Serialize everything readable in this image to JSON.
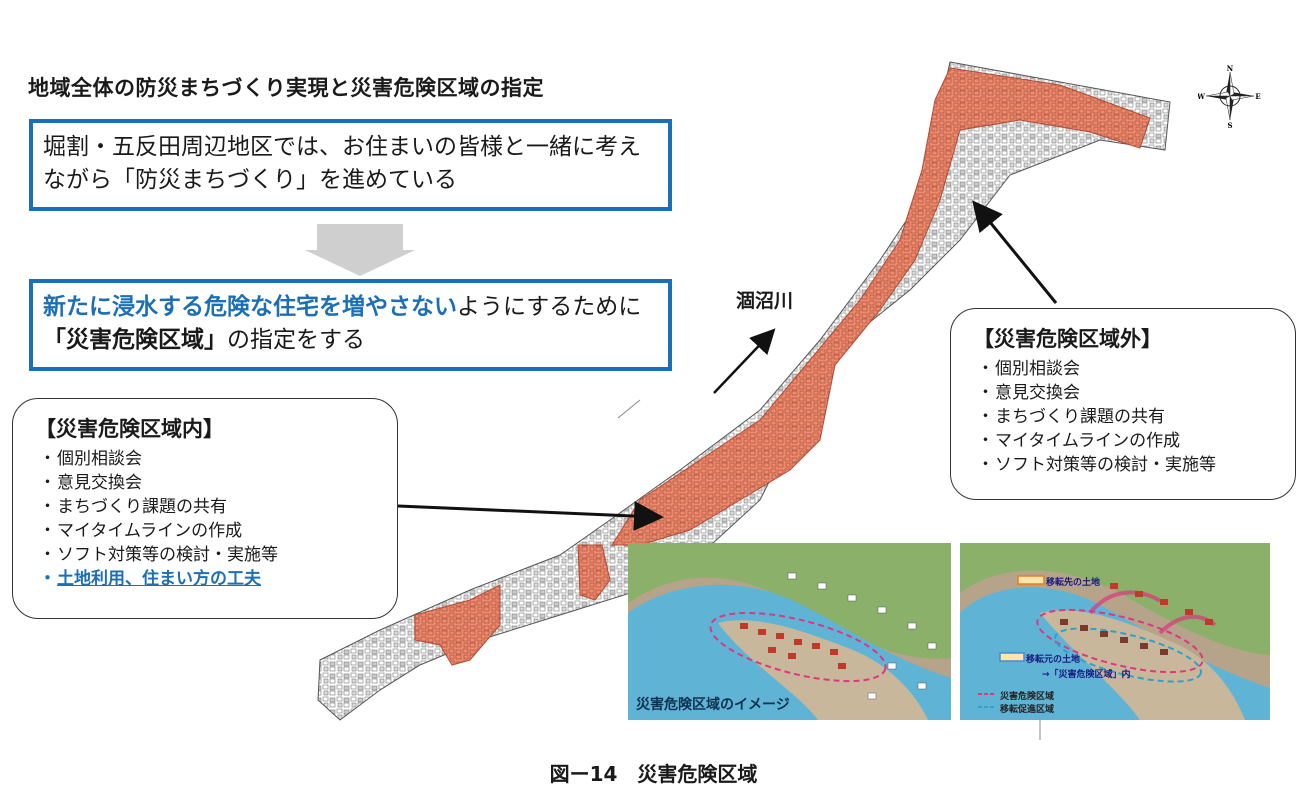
{
  "heading": "地域全体の防災まちづくり実現と災害危険区域の指定",
  "box1": {
    "text": "堀割・五反田周辺地区では、お住まいの皆様と一緒に考えながら「防災まちづくり」を進めている"
  },
  "box2": {
    "accent": "新たに浸水する危険な住宅を増やさない",
    "text_a": "ようにするために",
    "strong": "「災害危険区域」",
    "text_b": "の指定をする"
  },
  "river_label": "涸沼川",
  "inner_box": {
    "title": "【災害危険区域内】",
    "items": [
      "個別相談会",
      "意見交換会",
      "まちづくり課題の共有",
      "マイタイムラインの作成",
      "ソフト対策等の検討・実施等"
    ],
    "highlight": "土地利用、住まい方の工夫"
  },
  "outer_box": {
    "title": "【災害危険区域外】",
    "items": [
      "個別相談会",
      "意見交換会",
      "まちづくり課題の共有",
      "マイタイムラインの作成",
      "ソフト対策等の検討・実施等"
    ]
  },
  "panel_left": {
    "caption": "災害危険区域のイメージ"
  },
  "panel_right": {
    "dest_label": "移転先の土地",
    "origin_label": "移転元の土地",
    "inside_label": "→「災害危険区域」内",
    "legend": [
      "災害危険区域",
      "移転促進区域"
    ]
  },
  "compass": {
    "n": "N",
    "s": "S",
    "e": "E",
    "w": "W"
  },
  "figure_caption": "図ー14　災害危険区域",
  "colors": {
    "accent": "#1c6fb5",
    "zone": "#f08a6e",
    "river": "#5fb4d6",
    "land": "#8ab06a"
  }
}
